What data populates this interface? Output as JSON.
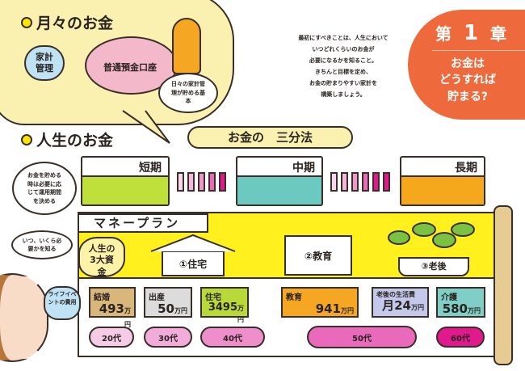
{
  "monthly": {
    "heading": "月々のお金",
    "household_label": "家計管理",
    "account_label": "普通預金口座",
    "bubble": "日々の家計管理が貯める基本"
  },
  "life": {
    "heading": "人生のお金",
    "method_title": "お金の　三分法",
    "bubble_period": "お金を貯める時は必要に応じて運用期間を決める",
    "bubble_when": "いつ、いくら必要かを知る",
    "bubble_cost": "ライフイベントの費用"
  },
  "intro": [
    "最初にすべきことは、人生において",
    "いつどれくらいのお金が",
    "必要になるかを知ること。",
    "きちんと目標を定め、",
    "お金の貯まりやすい家計を",
    "構築しましょう。"
  ],
  "chapter": {
    "label_pre": "第",
    "number": "1",
    "label_post": "章",
    "title": [
      "お金は",
      "どうすれば",
      "貯まる?"
    ],
    "color": "#ee6a3c"
  },
  "periods": [
    {
      "label": "短期",
      "color": "#bfe03a"
    },
    {
      "label": "中期",
      "color": "#6cc9bf"
    },
    {
      "label": "長期",
      "color": "#f5a81c"
    }
  ],
  "money_plan": {
    "label": "マネープラン",
    "burst": "人生の3大資金",
    "items": [
      "①住宅",
      "②教育",
      "③老後"
    ]
  },
  "costs": [
    {
      "label": "結婚",
      "value": "493",
      "unit": "万円",
      "color": "#d9b67a"
    },
    {
      "label": "出産",
      "value": "50",
      "unit": "万円",
      "color": "#dcdcdc"
    },
    {
      "label": "住宅",
      "value": "3495",
      "unit": "万円",
      "color": "#b7d93a"
    },
    {
      "label": "教育",
      "value": "941",
      "unit": "万円",
      "color": "#f5a623"
    },
    {
      "label": "老後の生活費",
      "value": "月24",
      "unit": "万円",
      "color": "#c4c8ea"
    },
    {
      "label": "介護",
      "value": "580",
      "unit": "万円",
      "color": "#7fcfc6"
    }
  ],
  "ages": [
    {
      "label": "20代",
      "color": "#f6cbe6"
    },
    {
      "label": "30代",
      "color": "#f1acd9"
    },
    {
      "label": "40代",
      "color": "#ee8fcb"
    },
    {
      "label": "50代",
      "color": "#e969bb"
    },
    {
      "label": "60代",
      "color": "#e0198c"
    }
  ]
}
